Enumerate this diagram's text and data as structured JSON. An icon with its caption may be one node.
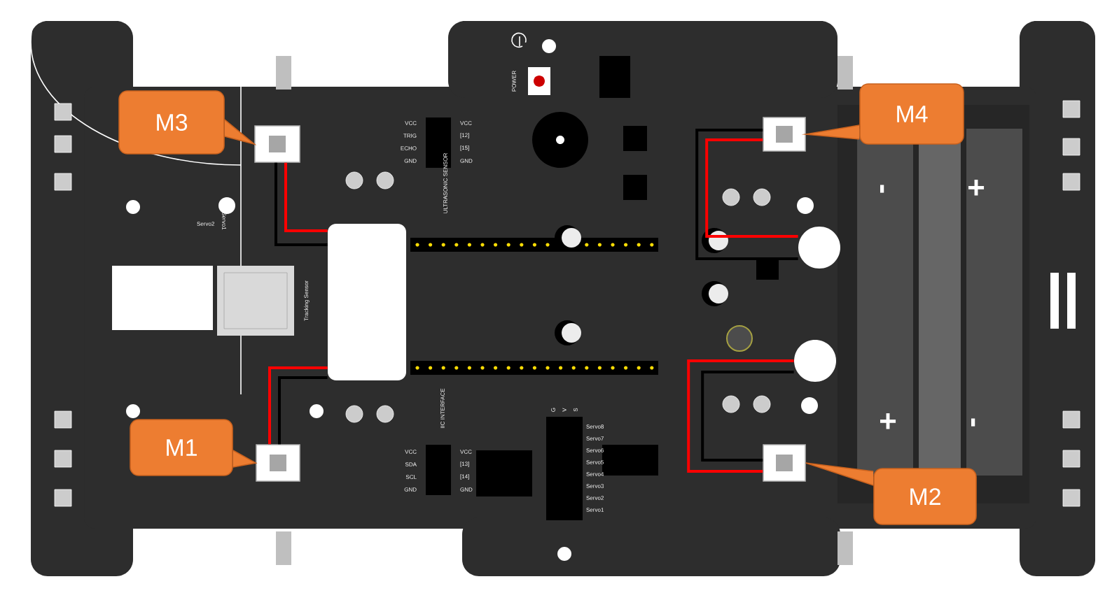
{
  "diagram": {
    "nodes": [
      {
        "text": [
          "M3"
        ]
      },
      {
        "text": [
          "M4"
        ]
      },
      {
        "text": [
          "M1"
        ]
      },
      {
        "text": [
          "M2"
        ]
      },
      {
        "text": [],
        "shape": "box"
      },
      {
        "text": [],
        "shape": "box"
      },
      {
        "text": [],
        "shape": "box"
      },
      {
        "text": [],
        "shape": "box"
      },
      {
        "text": [],
        "shape": "box"
      },
      {
        "text": [],
        "shape": "circle"
      },
      {
        "text": [],
        "shape": "circle"
      }
    ],
    "edges": [
      {
        "from": 0,
        "to": 4,
        "arrow": "to"
      },
      {
        "from": 1,
        "to": 5,
        "arrow": "to"
      },
      {
        "from": 2,
        "to": 6,
        "arrow": "to"
      },
      {
        "from": 3,
        "to": 7,
        "arrow": "to"
      },
      {
        "from": 4,
        "to": 8,
        "arrow": "none",
        "color": "#ff0000"
      },
      {
        "from": 4,
        "to": 8,
        "arrow": "none",
        "color": "#000000"
      },
      {
        "from": 6,
        "to": 8,
        "arrow": "none",
        "color": "#ff0000"
      },
      {
        "from": 6,
        "to": 8,
        "arrow": "none",
        "color": "#000000"
      },
      {
        "from": 5,
        "to": 9,
        "arrow": "none",
        "color": "#000000"
      },
      {
        "from": 5,
        "to": 9,
        "arrow": "none",
        "color": "#ff0000"
      },
      {
        "from": 7,
        "to": 10,
        "arrow": "none",
        "color": "#ff0000"
      },
      {
        "from": 7,
        "to": 10,
        "arrow": "none",
        "color": "#000000"
      }
    ],
    "labels": [
      "POWER",
      "VCC",
      "TRIG",
      "ECHO",
      "GND",
      "VCC",
      "[12]",
      "[15]",
      "GND",
      "ULTRASONIC SENSOR",
      "Servo2",
      "Servo1",
      "Tracking Sensor",
      "-",
      "+",
      "IIC INTERFACE",
      "VCC",
      "SDA",
      "SCL",
      "GND",
      "VCC",
      "[13]",
      "[14]",
      "GND",
      "G",
      "V",
      "S",
      "Servo8",
      "Servo7",
      "Servo6",
      "Servo5",
      "Servo4",
      "Servo3",
      "Servo2",
      "Servo1",
      "+",
      "-"
    ]
  }
}
